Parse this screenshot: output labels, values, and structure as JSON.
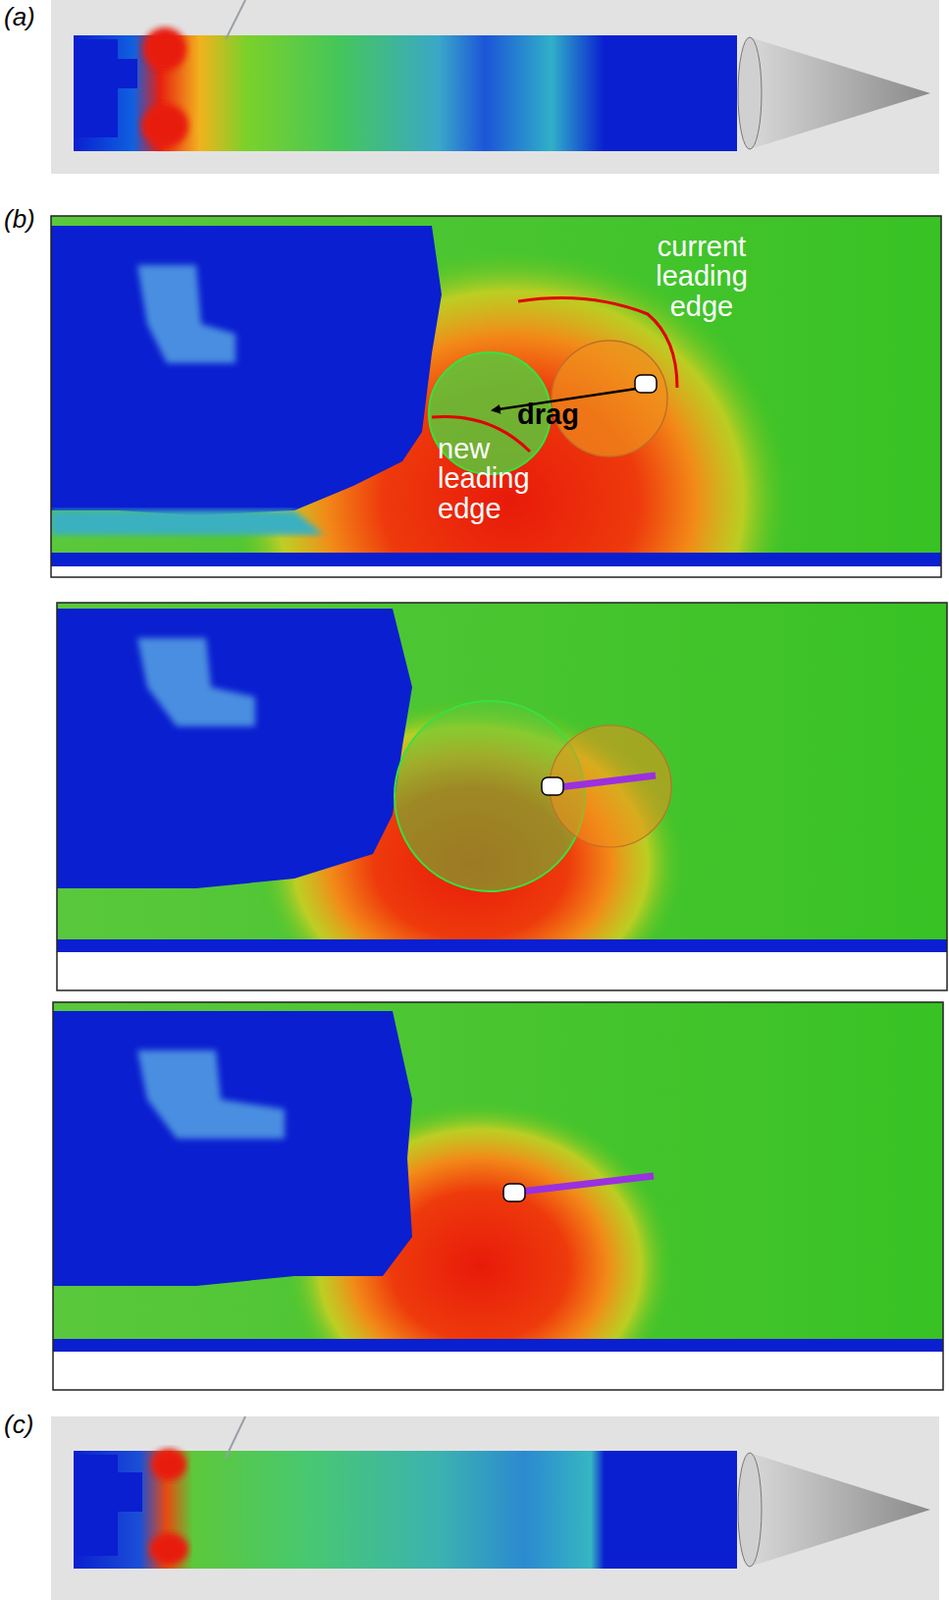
{
  "diagram": {
    "labels": [
      "(a)",
      "(b)",
      "current leading edge",
      "drag",
      "new leading edge",
      "(c)"
    ]
  }
}
